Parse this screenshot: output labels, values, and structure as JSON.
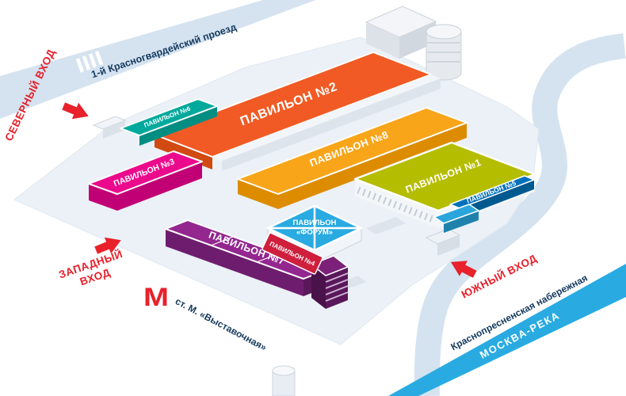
{
  "colors": {
    "road": "#d5e3f0",
    "grounds": "#ebf1f7",
    "river": "#29abe2",
    "accent_red": "#e8212b",
    "text_navy": "#153a5e",
    "walkway": "#dde4ec",
    "label_white": "#ffffff"
  },
  "streets": {
    "north_road": "1-й Красногвардейский проезд",
    "embankment": "Краснопресненская набережная",
    "river": "МОСКВА-РЕКА"
  },
  "entrances": {
    "north": "СЕВЕРНЫЙ ВХОД",
    "west_line1": "ЗАПАДНЫЙ",
    "west_line2": "ВХОД",
    "south": "ЮЖНЫЙ ВХОД"
  },
  "metro": {
    "logo": "М",
    "station": "ст. М. «Выставочная»"
  },
  "pavilions": {
    "p2": {
      "label": "ПАВИЛЬОН №2",
      "color": "#f15a24",
      "shade": "#d04a12"
    },
    "p8": {
      "label": "ПАВИЛЬОН №8",
      "color": "#f9a51a",
      "shade": "#dd8c00"
    },
    "p1": {
      "label": "ПАВИЛЬОН №1",
      "color": "#b5bd00",
      "shade": "#9aa400"
    },
    "p6": {
      "label": "ПАВИЛЬОН №6",
      "color": "#00a99c",
      "shade": "#008d82"
    },
    "p3": {
      "label": "ПАВИЛЬОН №3",
      "color": "#ec0a8c",
      "shade": "#c20075"
    },
    "p7": {
      "label": "ПАВИЛЬОН №7",
      "color": "#93278f",
      "shade": "#6e1d6e"
    },
    "p4": {
      "label": "ПАВИЛЬОН №4",
      "color": "#cf1f3c",
      "shade": "#a51730"
    },
    "p5": {
      "label": "ПАВИЛЬОН №5",
      "color": "#0071bb",
      "shade": "#00598f"
    },
    "forum": {
      "label_line1": "ПАВИЛЬОН",
      "label_line2": "«ФОРУМ»",
      "color": "#29aae1",
      "shade": "#1d86b5"
    }
  }
}
